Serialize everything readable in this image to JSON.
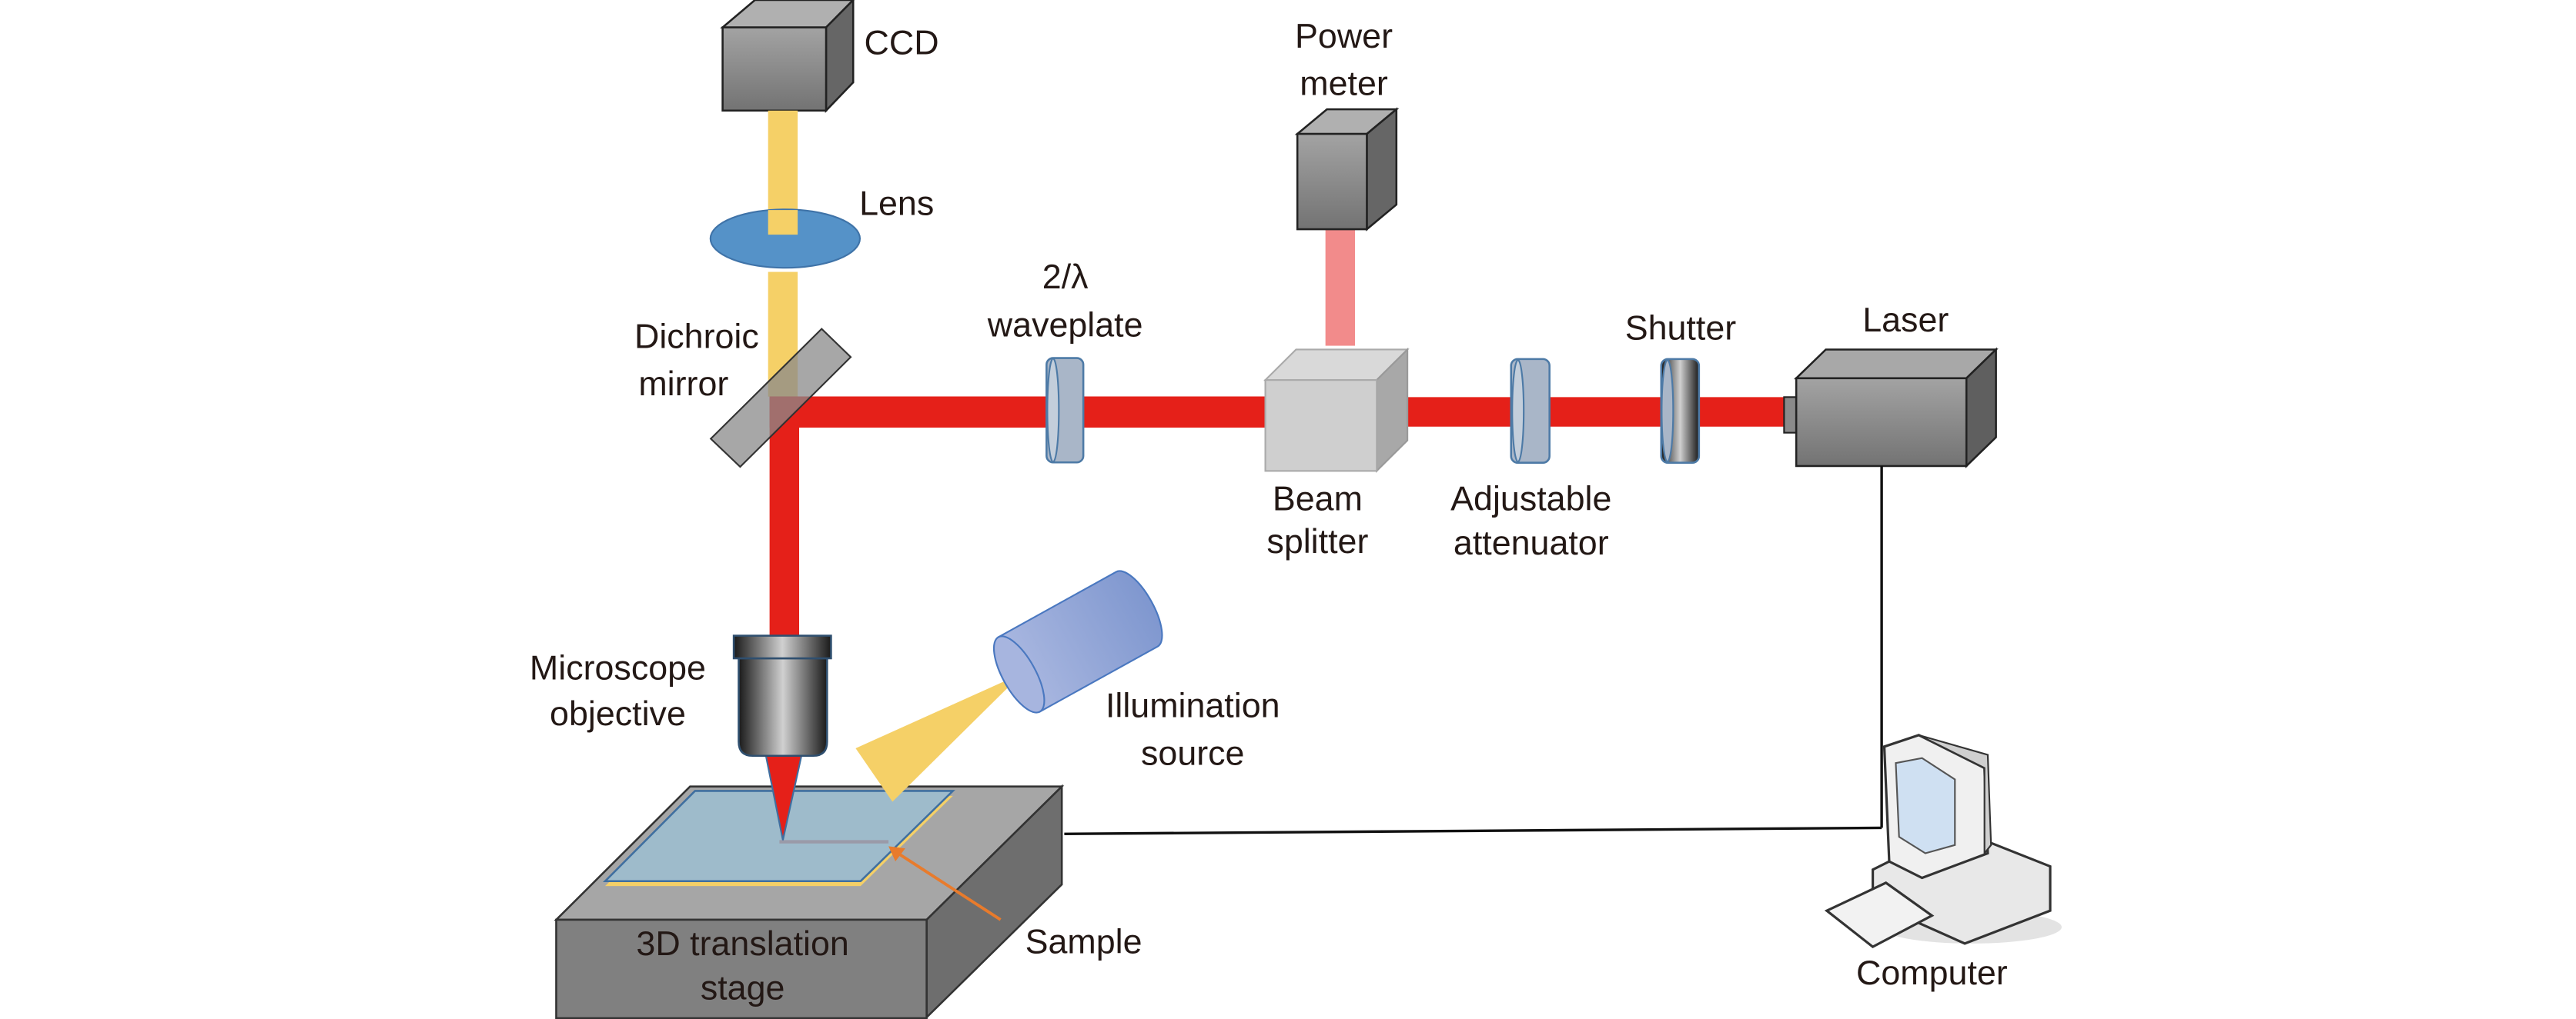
{
  "labels": {
    "ccd": "CCD",
    "lens": "Lens",
    "dichroic_mirror": [
      "Dichroic",
      "mirror"
    ],
    "waveplate": [
      "2/λ",
      "waveplate"
    ],
    "power_meter": [
      "Power",
      "meter"
    ],
    "beam_splitter": [
      "Beam",
      "splitter"
    ],
    "attenuator": [
      "Adjustable",
      "attenuator"
    ],
    "shutter": "Shutter",
    "laser": "Laser",
    "objective": [
      "Microscope",
      "objective"
    ],
    "illumination": [
      "Illumination",
      "source"
    ],
    "sample": "Sample",
    "stage": [
      "3D translation",
      "stage"
    ],
    "computer": "Computer"
  },
  "colors": {
    "laser_beam": "#e52019",
    "reflected_beam": "#f28b8b",
    "imaging_beam": "#f5d067",
    "lens": "#5592c8",
    "optic": "#a9b6c8",
    "sample_plate": "#9ebbcb",
    "arrow": "#e87b2c"
  }
}
